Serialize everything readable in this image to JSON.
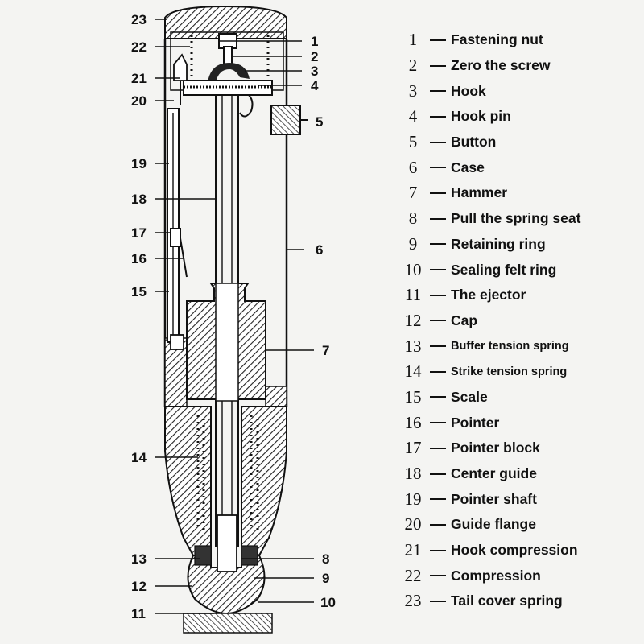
{
  "callouts": [
    {
      "num": "23"
    },
    {
      "num": "22"
    },
    {
      "num": "21"
    },
    {
      "num": "20"
    },
    {
      "num": "19"
    },
    {
      "num": "18"
    },
    {
      "num": "17"
    },
    {
      "num": "16"
    },
    {
      "num": "15"
    },
    {
      "num": "14"
    },
    {
      "num": "13"
    },
    {
      "num": "12"
    },
    {
      "num": "11"
    },
    {
      "num": "1"
    },
    {
      "num": "2"
    },
    {
      "num": "3"
    },
    {
      "num": "4"
    },
    {
      "num": "5"
    },
    {
      "num": "6"
    },
    {
      "num": "7"
    },
    {
      "num": "8"
    },
    {
      "num": "9"
    },
    {
      "num": "10"
    }
  ],
  "legend": [
    {
      "num": "1",
      "text": "Fastening nut"
    },
    {
      "num": "2",
      "text": "Zero the screw"
    },
    {
      "num": "3",
      "text": "Hook"
    },
    {
      "num": "4",
      "text": "Hook pin"
    },
    {
      "num": "5",
      "text": "Button"
    },
    {
      "num": "6",
      "text": "Case"
    },
    {
      "num": "7",
      "text": "Hammer"
    },
    {
      "num": "8",
      "text": "Pull the spring seat"
    },
    {
      "num": "9",
      "text": "Retaining ring"
    },
    {
      "num": "10",
      "text": "Sealing felt ring"
    },
    {
      "num": "11",
      "text": "The ejector"
    },
    {
      "num": "12",
      "text": "Cap"
    },
    {
      "num": "13",
      "text": "Buffer tension spring"
    },
    {
      "num": "14",
      "text": "Strike tension spring"
    },
    {
      "num": "15",
      "text": "Scale"
    },
    {
      "num": "16",
      "text": "Pointer"
    },
    {
      "num": "17",
      "text": "Pointer block"
    },
    {
      "num": "18",
      "text": "Center guide"
    },
    {
      "num": "19",
      "text": "Pointer shaft"
    },
    {
      "num": "20",
      "text": "Guide flange"
    },
    {
      "num": "21",
      "text": "Hook compression"
    },
    {
      "num": "22",
      "text": "Compression"
    },
    {
      "num": "23",
      "text": "Tail cover spring"
    }
  ]
}
